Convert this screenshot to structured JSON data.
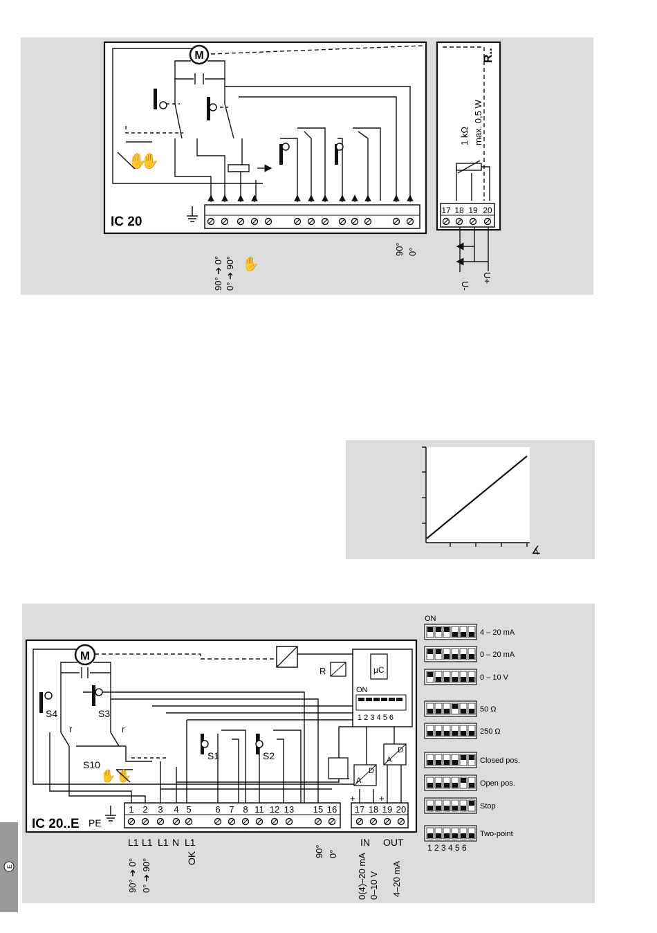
{
  "top_diagram": {
    "title": "IC 20",
    "motor": "M",
    "terminals_pot": [
      "17",
      "18",
      "19",
      "20"
    ],
    "pot_box_label": "R..",
    "pot_resistance": "1 kΩ",
    "pot_power": "max. 0,5 W",
    "label_90_to_0": "90° ➔ 0°",
    "label_0_to_90": "0° ➔ 90°",
    "label_90": "90°",
    "label_0": "0°",
    "u_minus": "U-",
    "u_plus": "U+"
  },
  "middle_chart": {
    "x_symbol": "∡"
  },
  "bottom_diagram": {
    "title": "IC 20..E",
    "pe_label": "PE",
    "motor": "M",
    "relay_label": "R",
    "microcontroller": "µC",
    "dip_on": "ON",
    "dip_numbers": "1 2 3 4 5 6",
    "switches": [
      "S4",
      "S3",
      "S10",
      "S1",
      "S2"
    ],
    "converter_labels": [
      "A",
      "D",
      "D",
      "A"
    ],
    "r_labels": [
      "r",
      "r"
    ],
    "terminal_numbers": [
      "1",
      "2",
      "3",
      "4",
      "5",
      "6",
      "7",
      "8",
      "11",
      "12",
      "13",
      "15",
      "16",
      "17",
      "18",
      "19",
      "20"
    ],
    "bottom_labels": {
      "l1_a": "L1",
      "l1_b": "L1",
      "l1_c": "L1",
      "n": "N",
      "l1_d": "L1",
      "ok": "OK",
      "in": "IN",
      "out": "OUT",
      "plus_a": "+",
      "plus_b": "+",
      "deg90_0": "90° ➔ 0°",
      "deg0_90": "0° ➔ 90°",
      "deg90": "90°",
      "deg0": "0°",
      "in_range1": "0(4)–20 mA",
      "in_range2": "0–10 V",
      "out_range": "4–20 mA"
    },
    "settings_on": "ON",
    "settings": [
      {
        "label": "4 – 20 mA",
        "pattern": [
          1,
          1,
          1,
          0,
          0,
          0
        ]
      },
      {
        "label": "0 – 20 mA",
        "pattern": [
          1,
          1,
          0,
          0,
          0,
          0
        ]
      },
      {
        "label": "0 – 10 V",
        "pattern": [
          1,
          0,
          0,
          0,
          0,
          0
        ]
      },
      {
        "label": "50 Ω",
        "pattern": [
          0,
          0,
          0,
          1,
          0,
          0
        ]
      },
      {
        "label": "250 Ω",
        "pattern": [
          0,
          0,
          0,
          0,
          0,
          0
        ]
      },
      {
        "label": "Closed pos.",
        "pattern": [
          0,
          0,
          0,
          0,
          1,
          1
        ]
      },
      {
        "label": "Open pos.",
        "pattern": [
          0,
          0,
          0,
          0,
          1,
          0
        ]
      },
      {
        "label": "Stop",
        "pattern": [
          0,
          0,
          0,
          0,
          0,
          1
        ]
      },
      {
        "label": "Two-point",
        "pattern": [
          0,
          0,
          0,
          0,
          0,
          0
        ]
      }
    ],
    "settings_numbers": "1 2 3 4 5 6"
  },
  "side_tab": "E"
}
